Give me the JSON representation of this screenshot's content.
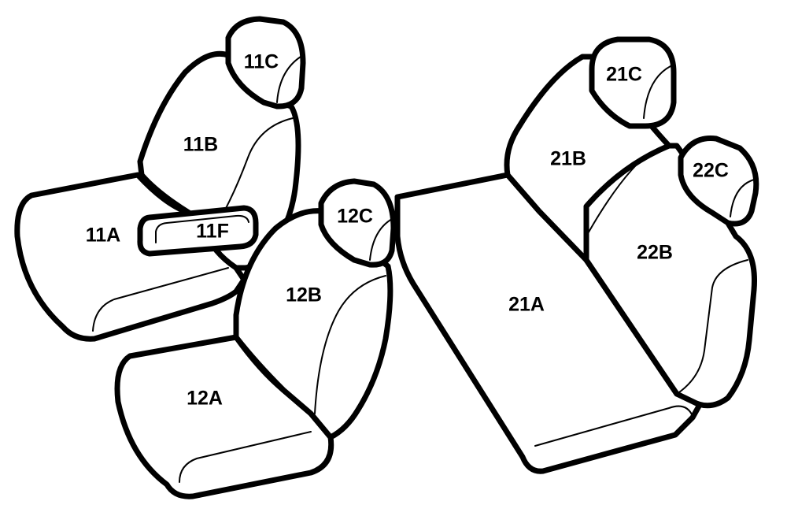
{
  "diagram": {
    "line_color": "#000000",
    "background": "#ffffff",
    "labels": {
      "p11A": "11A",
      "p11B": "11B",
      "p11C": "11C",
      "p11F": "11F",
      "p12A": "12A",
      "p12B": "12B",
      "p12C": "12C",
      "p21A": "21A",
      "p21B": "21B",
      "p21C": "21C",
      "p22B": "22B",
      "p22C": "22C"
    }
  }
}
